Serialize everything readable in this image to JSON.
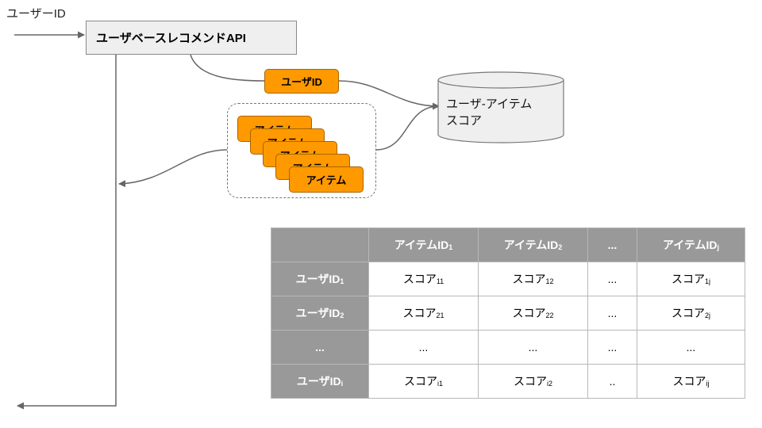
{
  "input_label": "ユーザーID",
  "api_box_label": "ユーザベースレコメンドAPI",
  "userid_tag": "ユーザID",
  "database_label": [
    "ユーザ-アイテム",
    "スコア"
  ],
  "item_cards": [
    "アイテム",
    "アイテム",
    "アイテム",
    "アイテム",
    "アイテム"
  ],
  "colors": {
    "tag_fill": "#ff9900",
    "table_header": "#999999",
    "api_box_fill": "#efefef",
    "db_fill": "#efefef"
  },
  "score_table": {
    "corner": "",
    "header": [
      {
        "text": "アイテムID",
        "sub": "1"
      },
      {
        "text": "アイテムID",
        "sub": "2"
      },
      {
        "text": "...",
        "sub": ""
      },
      {
        "text": "アイテムID",
        "sub": "j"
      }
    ],
    "rows": [
      {
        "label": {
          "text": "ユーザID",
          "sub": "1"
        },
        "cells": [
          {
            "text": "スコア",
            "sub": "11"
          },
          {
            "text": "スコア",
            "sub": "12"
          },
          {
            "text": "...",
            "sub": ""
          },
          {
            "text": "スコア",
            "sub": "1j"
          }
        ]
      },
      {
        "label": {
          "text": "ユーザID",
          "sub": "2"
        },
        "cells": [
          {
            "text": "スコア",
            "sub": "21"
          },
          {
            "text": "スコア",
            "sub": "22"
          },
          {
            "text": "...",
            "sub": ""
          },
          {
            "text": "スコア",
            "sub": "2j"
          }
        ]
      },
      {
        "label": {
          "text": "...",
          "sub": ""
        },
        "cells": [
          {
            "text": "...",
            "sub": ""
          },
          {
            "text": "...",
            "sub": ""
          },
          {
            "text": "...",
            "sub": ""
          },
          {
            "text": "...",
            "sub": ""
          }
        ]
      },
      {
        "label": {
          "text": "ユーザID",
          "sub": "i"
        },
        "cells": [
          {
            "text": "スコア",
            "sub": "i1"
          },
          {
            "text": "スコア",
            "sub": "i2"
          },
          {
            "text": "..",
            "sub": ""
          },
          {
            "text": "スコア",
            "sub": "ij"
          }
        ]
      }
    ]
  }
}
